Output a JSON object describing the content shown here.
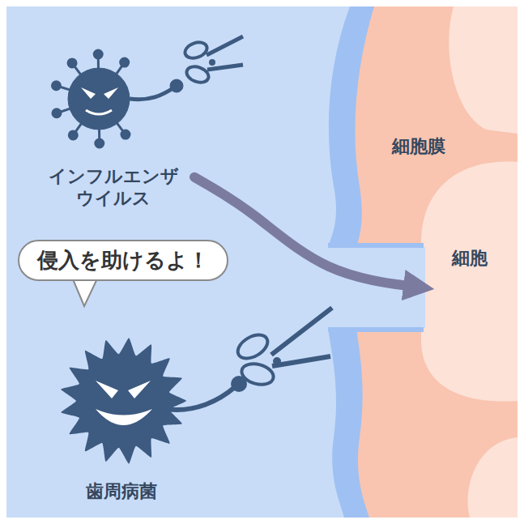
{
  "diagram": {
    "nodes": [
      {
        "text": [
          "インフルエンザ ウイルス"
        ]
      },
      {
        "text": [
          "侵入を助けるよ！"
        ]
      },
      {
        "text": [
          "細胞"
        ]
      },
      {
        "text": [
          "歯周病菌"
        ]
      }
    ],
    "edges": [
      {
        "from": 0,
        "to": 2,
        "arrow": "to"
      }
    ],
    "labels": [
      "細胞膜"
    ]
  }
}
